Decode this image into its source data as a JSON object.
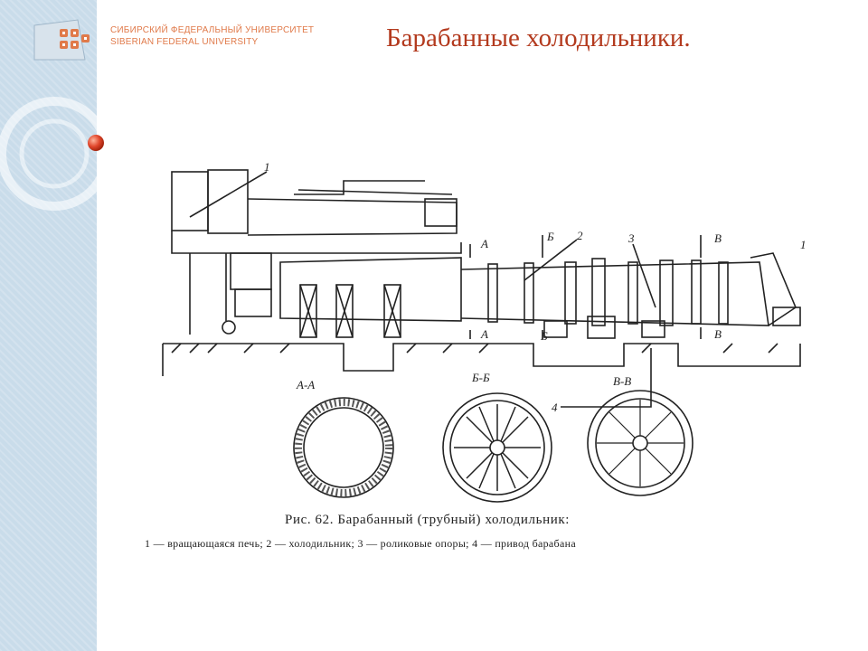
{
  "header": {
    "university_ru": "СИБИРСКИЙ ФЕДЕРАЛЬНЫЙ УНИВЕРСИТЕТ",
    "university_en": "SIBERIAN FEDERAL UNIVERSITY"
  },
  "slide": {
    "title": "Барабанные холодильники."
  },
  "figure": {
    "caption": "Рис. 62. Барабанный (трубный) холодильник:",
    "legend": "1 — вращающаяся печь; 2 — холодильник; 3 — роликовые опоры; 4 — привод барабана",
    "labels": {
      "n1": "1",
      "n1b": "1",
      "n2": "2",
      "n3": "3",
      "n4": "4",
      "a_top": "А",
      "a_bottom": "А",
      "b_top": "Б",
      "b_bottom": "Б",
      "v_top": "В",
      "v_bottom": "В",
      "section_aa": "А-А",
      "section_bb": "Б-Б",
      "section_vv": "В-В"
    }
  },
  "colors": {
    "title": "#b33a1e",
    "accent": "#e07a4a",
    "side_band": "#c9dcea"
  }
}
